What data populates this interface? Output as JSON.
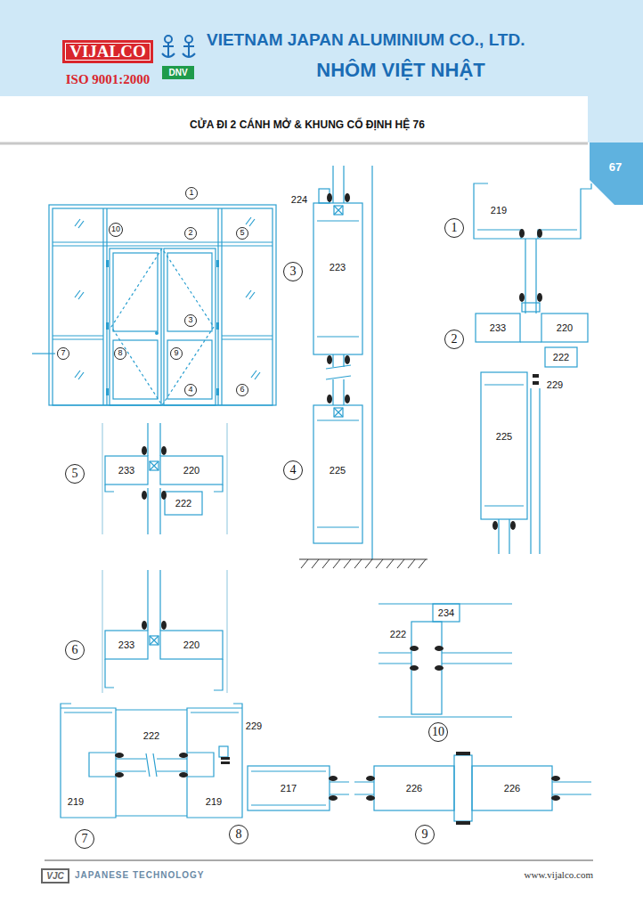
{
  "diagram": {
    "title": "CỬA ĐI 2 CÁNH MỞ & KHUNG CỐ ĐỊNH HỆ 76",
    "nodes": [
      {
        "text": [
          "VIJALCO"
        ]
      },
      {
        "text": [
          "DNV"
        ]
      },
      {
        "text": [
          "67"
        ]
      },
      {
        "text": [
          "1"
        ]
      },
      {
        "text": [
          "10"
        ]
      },
      {
        "text": [
          "2"
        ]
      },
      {
        "text": [
          "5"
        ]
      },
      {
        "text": [
          "3"
        ]
      },
      {
        "text": [
          "7"
        ]
      },
      {
        "text": [
          "8"
        ]
      },
      {
        "text": [
          "9"
        ]
      },
      {
        "text": [
          "4"
        ]
      },
      {
        "text": [
          "6"
        ]
      },
      {
        "text": [
          "3"
        ]
      },
      {
        "text": [
          "1"
        ]
      },
      {
        "text": [
          "2"
        ]
      },
      {
        "text": [
          "4"
        ]
      },
      {
        "text": [
          "5"
        ]
      },
      {
        "text": [
          "6"
        ]
      },
      {
        "text": [
          "10"
        ]
      },
      {
        "text": [
          "7"
        ]
      },
      {
        "text": [
          "8"
        ]
      },
      {
        "text": [
          "9"
        ]
      },
      {
        "text": [
          "VJC"
        ]
      }
    ],
    "labels": [
      "ISO 9001:2000",
      "VIETNAM JAPAN ALUMINIUM CO., LTD.",
      "NHÔM VIỆT NHẬT",
      "224",
      "223",
      "219",
      "233",
      "220",
      "222",
      "229",
      "225",
      "225",
      "233",
      "220",
      "222",
      "233",
      "220",
      "234",
      "222",
      "222",
      "229",
      "219",
      "219",
      "217",
      "226",
      "226",
      "JAPANESE TECHNOLOGY",
      "www.vijalco.com"
    ]
  }
}
